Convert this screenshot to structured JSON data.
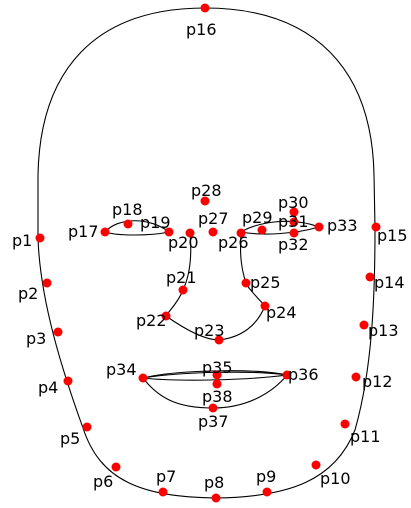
{
  "diagram": {
    "point_color": "#ff0000",
    "line_color": "#000000",
    "points": [
      {
        "id": "p1",
        "label": "p1"
      },
      {
        "id": "p2",
        "label": "p2"
      },
      {
        "id": "p3",
        "label": "p3"
      },
      {
        "id": "p4",
        "label": "p4"
      },
      {
        "id": "p5",
        "label": "p5"
      },
      {
        "id": "p6",
        "label": "p6"
      },
      {
        "id": "p7",
        "label": "p7"
      },
      {
        "id": "p8",
        "label": "p8"
      },
      {
        "id": "p9",
        "label": "p9"
      },
      {
        "id": "p10",
        "label": "p10"
      },
      {
        "id": "p11",
        "label": "p11"
      },
      {
        "id": "p12",
        "label": "p12"
      },
      {
        "id": "p13",
        "label": "p13"
      },
      {
        "id": "p14",
        "label": "p14"
      },
      {
        "id": "p15",
        "label": "p15"
      },
      {
        "id": "p16",
        "label": "p16"
      },
      {
        "id": "p17",
        "label": "p17"
      },
      {
        "id": "p18",
        "label": "p18"
      },
      {
        "id": "p19",
        "label": "p19"
      },
      {
        "id": "p20",
        "label": "p20"
      },
      {
        "id": "p21",
        "label": "p21"
      },
      {
        "id": "p22",
        "label": "p22"
      },
      {
        "id": "p23",
        "label": "p23"
      },
      {
        "id": "p24",
        "label": "p24"
      },
      {
        "id": "p25",
        "label": "p25"
      },
      {
        "id": "p26",
        "label": "p26"
      },
      {
        "id": "p27",
        "label": "p27"
      },
      {
        "id": "p28",
        "label": "p28"
      },
      {
        "id": "p29",
        "label": "p29"
      },
      {
        "id": "p30",
        "label": "p30"
      },
      {
        "id": "p31",
        "label": "p31"
      },
      {
        "id": "p32",
        "label": "p32"
      },
      {
        "id": "p33",
        "label": "p33"
      },
      {
        "id": "p34",
        "label": "p34"
      },
      {
        "id": "p35",
        "label": "p35"
      },
      {
        "id": "p36",
        "label": "p36"
      },
      {
        "id": "p37",
        "label": "p37"
      },
      {
        "id": "p38",
        "label": "p38"
      }
    ]
  }
}
